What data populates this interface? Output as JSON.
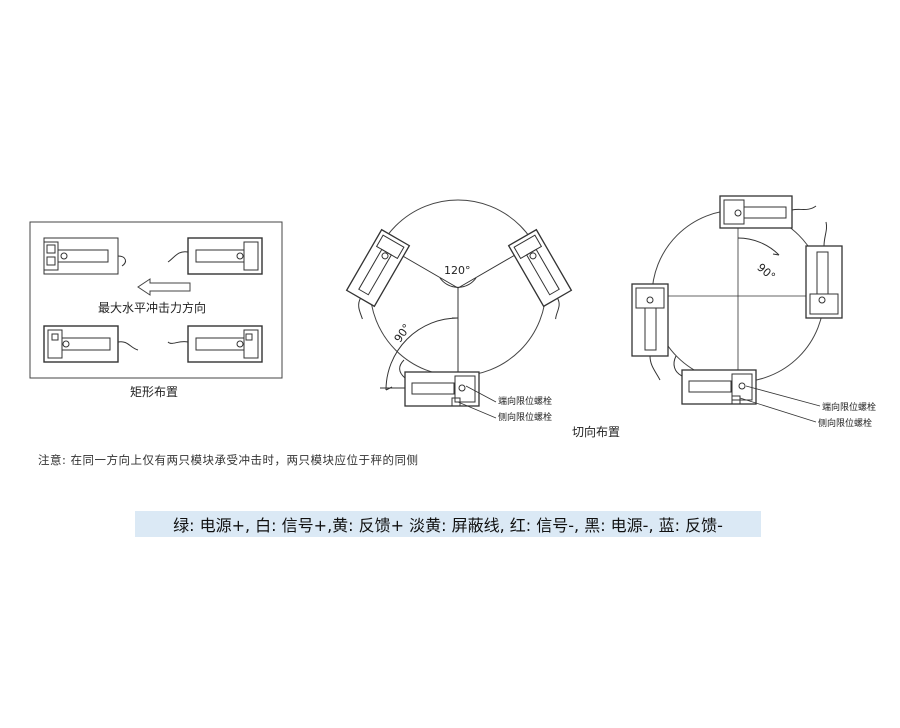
{
  "rect_layout": {
    "arrow_label": "最大水平冲击力方向",
    "caption": "矩形布置"
  },
  "radial_layout": {
    "angle_120": "120°",
    "angle_90": "90°",
    "callout_end_bolt": "端向限位螺栓",
    "callout_side_bolt": "侧向限位螺栓"
  },
  "tangent_layout": {
    "angle_90": "90°",
    "callout_end_bolt": "端向限位螺栓",
    "callout_side_bolt": "侧向限位螺栓",
    "caption": "切向布置"
  },
  "note": "注意: 在同一方向上仅有两只模块承受冲击时，两只模块应位于秤的同侧",
  "wiring_legend": "绿: 电源+, 白: 信号+,黄: 反馈+ 淡黄: 屏蔽线, 红: 信号-, 黑: 电源-, 蓝: 反馈-",
  "colors": {
    "line": "#333333",
    "legend_bg": "#dbe9f5"
  }
}
